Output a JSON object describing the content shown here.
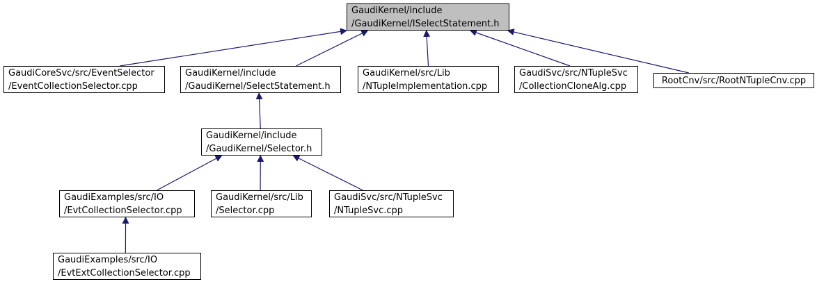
{
  "graph": {
    "edge_color": "#191970",
    "root_fill": "#bfbfbf",
    "nodes": [
      {
        "id": "n0",
        "lines": [
          "GaudiKernel/include",
          "/GaudiKernel/ISelectStatement.h"
        ]
      },
      {
        "id": "n1",
        "lines": [
          "GaudiCoreSvc/src/EventSelector",
          "/EventCollectionSelector.cpp"
        ]
      },
      {
        "id": "n2",
        "lines": [
          "GaudiKernel/include",
          "/GaudiKernel/SelectStatement.h"
        ]
      },
      {
        "id": "n3",
        "lines": [
          "GaudiKernel/src/Lib",
          "/NTupleImplementation.cpp"
        ]
      },
      {
        "id": "n4",
        "lines": [
          "GaudiSvc/src/NTupleSvc",
          "/CollectionCloneAlg.cpp"
        ]
      },
      {
        "id": "n5",
        "lines": [
          "RootCnv/src/RootNTupleCnv.cpp"
        ]
      },
      {
        "id": "n6",
        "lines": [
          "GaudiKernel/include",
          "/GaudiKernel/Selector.h"
        ]
      },
      {
        "id": "n7",
        "lines": [
          "GaudiExamples/src/IO",
          "/EvtCollectionSelector.cpp"
        ]
      },
      {
        "id": "n8",
        "lines": [
          "GaudiKernel/src/Lib",
          "/Selector.cpp"
        ]
      },
      {
        "id": "n9",
        "lines": [
          "GaudiSvc/src/NTupleSvc",
          "/NTupleSvc.cpp"
        ]
      },
      {
        "id": "n10",
        "lines": [
          "GaudiExamples/src/IO",
          "/EvtExtCollectionSelector.cpp"
        ]
      }
    ],
    "edges": [
      {
        "from": "n1",
        "to": "n0"
      },
      {
        "from": "n2",
        "to": "n0"
      },
      {
        "from": "n3",
        "to": "n0"
      },
      {
        "from": "n4",
        "to": "n0"
      },
      {
        "from": "n5",
        "to": "n0"
      },
      {
        "from": "n6",
        "to": "n2"
      },
      {
        "from": "n7",
        "to": "n6"
      },
      {
        "from": "n8",
        "to": "n6"
      },
      {
        "from": "n9",
        "to": "n6"
      },
      {
        "from": "n10",
        "to": "n7"
      }
    ]
  }
}
